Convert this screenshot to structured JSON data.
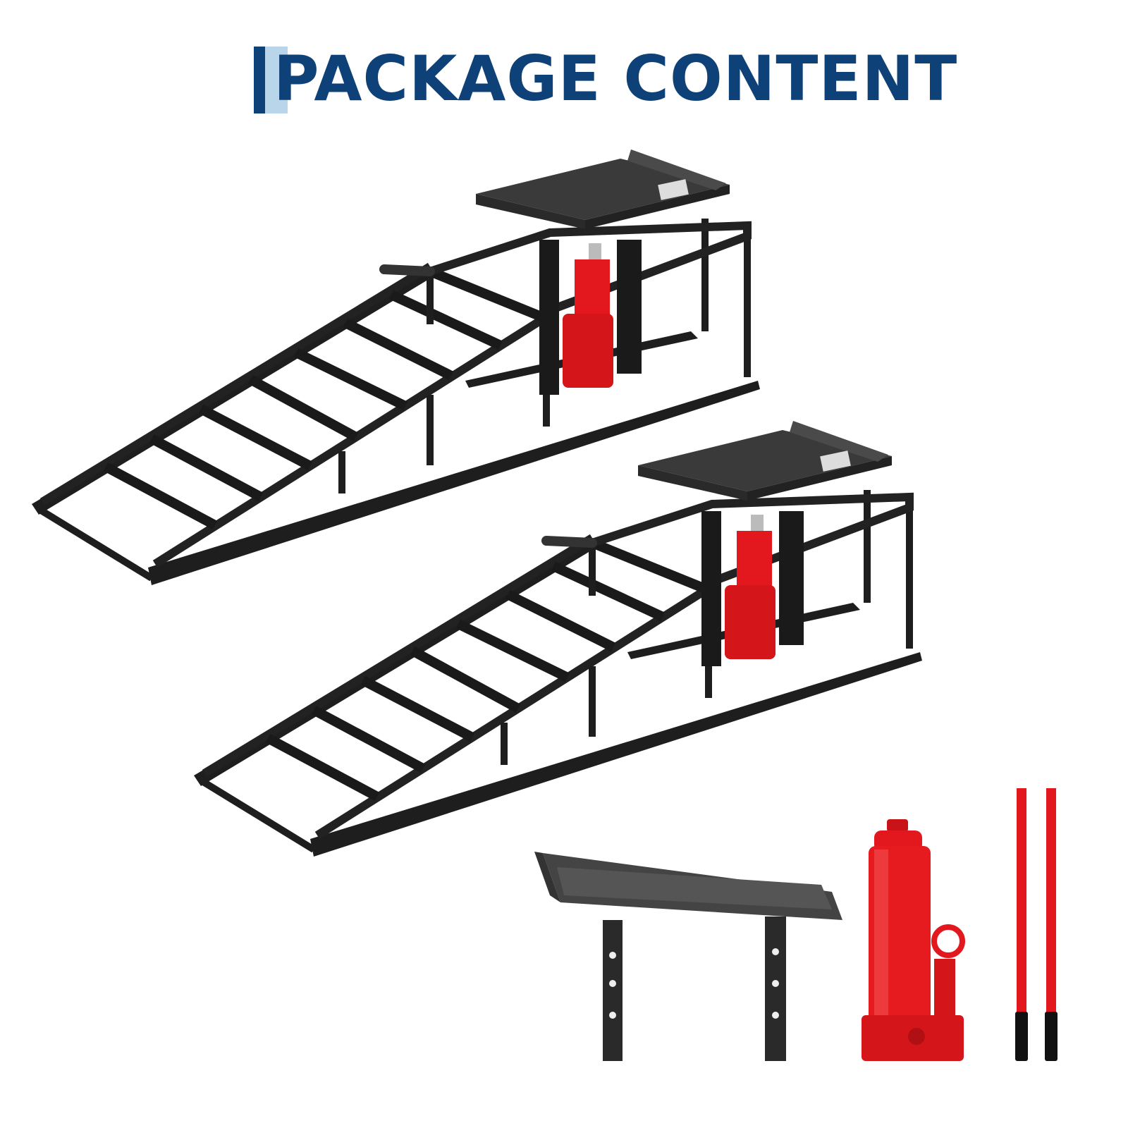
{
  "header": {
    "title": "PACKAGE CONTENT"
  },
  "colors": {
    "accent": "#0d4177",
    "accent_light": "#b9d5ea",
    "frame": "#1e1e1e",
    "tray": "#3a3a3a",
    "jack": "#e3181e"
  },
  "items": [
    {
      "name": "ramp-with-jack",
      "quantity": 2
    },
    {
      "name": "lifting-tray",
      "quantity": 1
    },
    {
      "name": "bottle-jack",
      "quantity": 1
    },
    {
      "name": "jack-handle",
      "quantity": 2
    }
  ]
}
